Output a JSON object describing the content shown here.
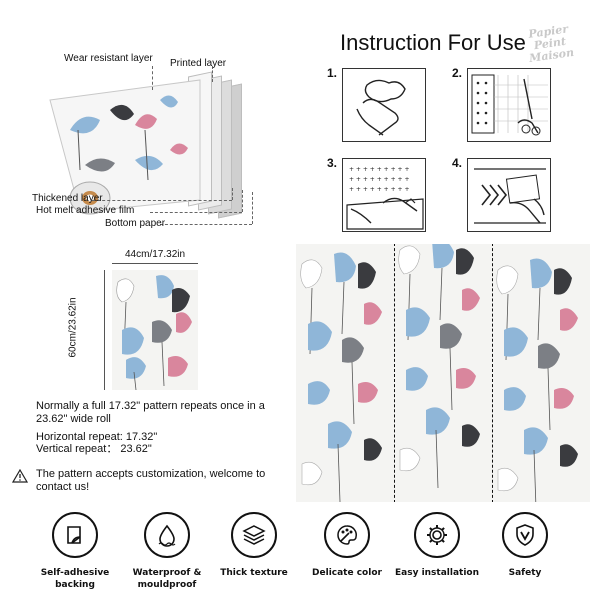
{
  "layers": {
    "wear": "Wear resistant layer",
    "printed": "Printed layer",
    "thickened": "Thickened layer",
    "adhesive": "Hot melt adhesive film",
    "bottom": "Bottom paper"
  },
  "instructions": {
    "title": "Instruction For Use",
    "brand_lines": [
      "Papier",
      "Peint",
      "Maison"
    ],
    "steps": [
      "1.",
      "2.",
      "3.",
      "4."
    ]
  },
  "dimensions": {
    "width": "44cm/17.32in",
    "height": "60cm/23.62in"
  },
  "info": {
    "repeat_note": "Normally a full 17.32\" pattern repeats once in a 23.62\" wide roll",
    "horizontal": "Horizontal repeat: 17.32\"",
    "vertical": "Vertical repeat： 23.62\"",
    "custom_notice": "The pattern accepts customization, welcome to contact us!"
  },
  "features": [
    {
      "label": "Self-adhesive backing",
      "icon": "peel-sheet-icon"
    },
    {
      "label": "Waterproof & mouldproof",
      "icon": "water-drop-icon"
    },
    {
      "label": "Thick texture",
      "icon": "stacked-layers-icon"
    },
    {
      "label": "Delicate color",
      "icon": "paint-palette-icon"
    },
    {
      "label": "Easy installation",
      "icon": "gear-icon"
    },
    {
      "label": "Safety",
      "icon": "shield-check-icon"
    }
  ],
  "colors": {
    "bird_blue": "#8fb6d8",
    "bird_pink": "#d9869d",
    "bird_grey": "#7c7f85",
    "bird_dark": "#3a3b3f",
    "warning": "#222222"
  }
}
